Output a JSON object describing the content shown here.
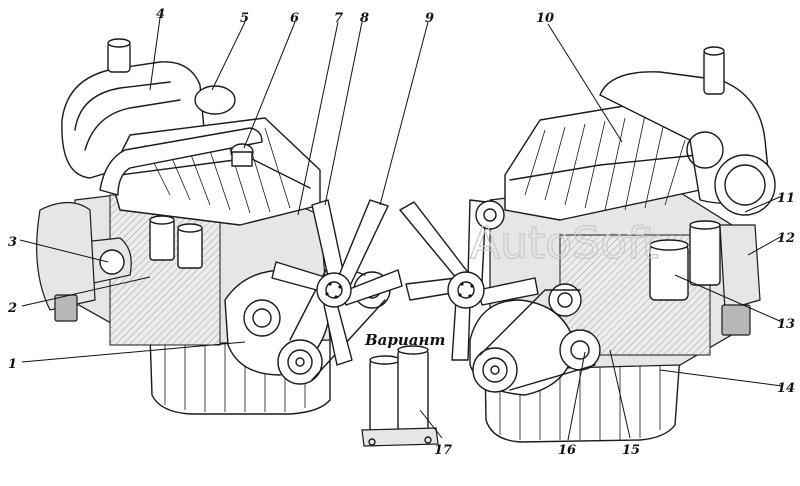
{
  "variant_label": "Вариант",
  "watermark_text": "AutoSoft",
  "callouts": [
    "1",
    "2",
    "3",
    "4",
    "5",
    "6",
    "7",
    "8",
    "9",
    "10",
    "11",
    "12",
    "13",
    "14",
    "15",
    "16",
    "17"
  ],
  "colors": {
    "ink": "#1a1a1a",
    "background": "#ffffff",
    "watermark": "#c9c9c9"
  }
}
